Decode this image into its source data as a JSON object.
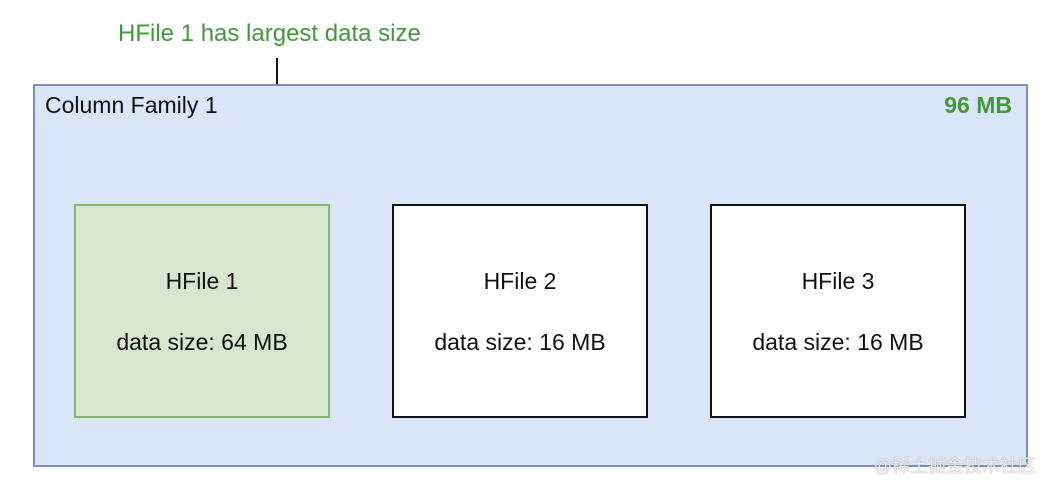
{
  "annotation": {
    "text": "HFile 1 has largest data size"
  },
  "column_family": {
    "label": "Column Family 1",
    "total_size": "96 MB"
  },
  "hfiles": [
    {
      "name": "HFile 1",
      "size_text": "data size: 64 MB"
    },
    {
      "name": "HFile 2",
      "size_text": "data size: 16 MB"
    },
    {
      "name": "HFile 3",
      "size_text": "data size: 16 MB"
    }
  ],
  "watermark": "@稀土掘金技术社区",
  "colors": {
    "accent_green": "#3f9a3a",
    "family_fill": "#dae6f8",
    "family_border": "#7890bf",
    "largest_fill": "#d6e6cf",
    "largest_border": "#86b36c"
  }
}
